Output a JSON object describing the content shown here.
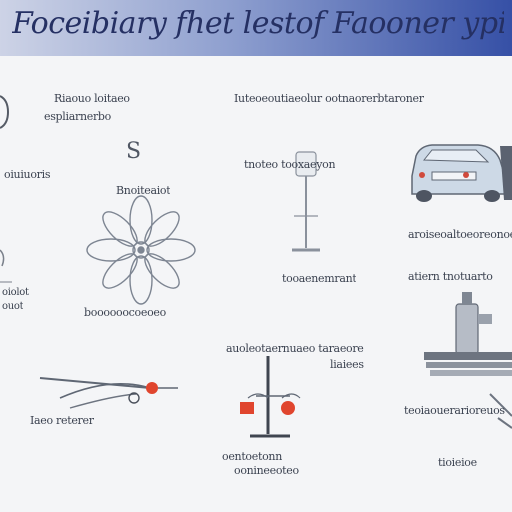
{
  "banner": {
    "title": "Foceibiary fhet lestof Faooner ypity"
  },
  "labels": {
    "top_left_1": "Riaouo loitaeo",
    "top_left_2": "espliarnerbo",
    "top_center": "Iuteoeoutiaeolur ootnaorerbtaroner",
    "left_mid": "oiuiuoris",
    "left_glyph": "S",
    "flower_caption": "Bnoiteaiot",
    "lamp_label": "tnoteo tooxaeyon",
    "car_caption": "aroiseoaltoeoreonoe",
    "lamp_caption": "tooaenemrant",
    "machine_label": "atiern tnotuarto",
    "left_low_1": "oiolot",
    "left_low_2": "ouot",
    "flower_bottom": "boooooocoeoeo",
    "balance_label": "auoleotaernuaeo taraeore",
    "balance_label_2": "liaiees",
    "tool_caption": "Iaeo reterer",
    "right_bottom_1": "teoiaouerarioreuos",
    "stand_caption_1": "oentoetonn",
    "stand_caption_2": "oonineeoteo",
    "right_bottom_2": "tioieioe"
  },
  "colors": {
    "banner_dark": "#3650a6",
    "banner_light": "#cdd3e6",
    "accent_red": "#e0452e",
    "line_gray": "#6d7480"
  }
}
